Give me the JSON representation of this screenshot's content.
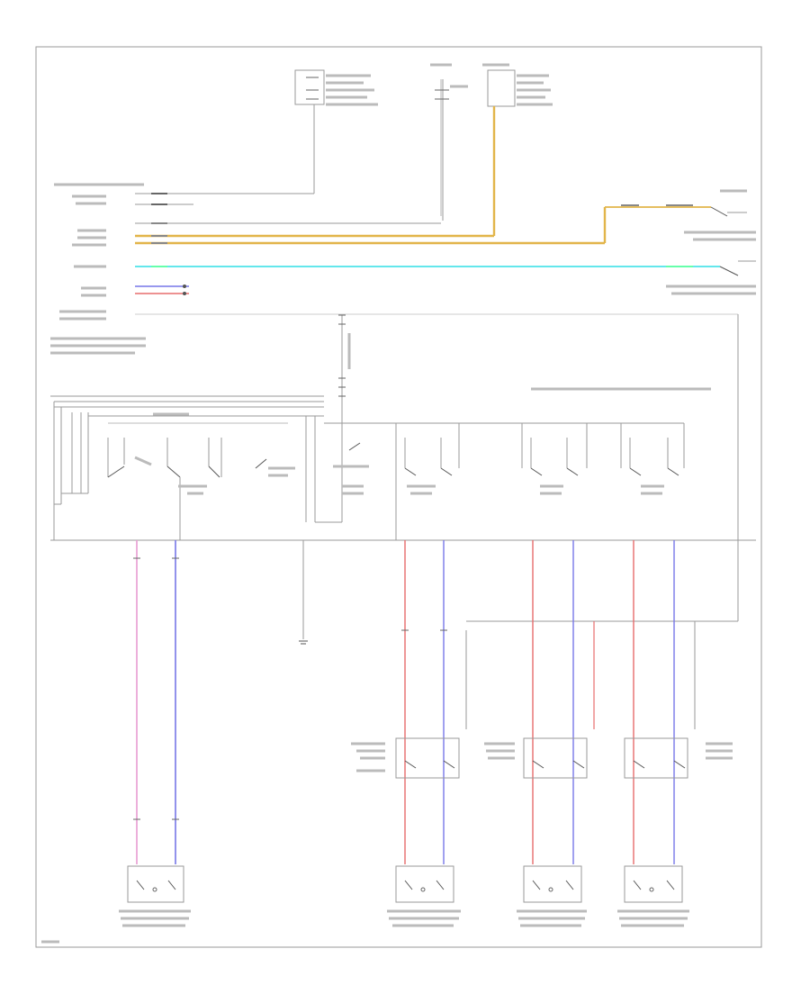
{
  "diagram": {
    "title": "",
    "footer_code": "",
    "colors": {
      "yellow_wire": "#e2b54a",
      "cyan_wire": "#63e7ec",
      "pink_wire": "#e79bd2",
      "blue_wire": "#7777e8",
      "red_wire": "#e76d6d",
      "white_wire": "#d0d0d0",
      "frame": "#9a9a9a"
    },
    "labels": {
      "top_left_box": "",
      "top_mid_box": "",
      "top_right_box": "",
      "control_unit": "",
      "right_front_switch": "",
      "left_front_switch": "",
      "main_switch": "",
      "ground": ""
    },
    "switches": [
      {
        "id": "lf",
        "label": ""
      },
      {
        "id": "lock",
        "label": ""
      },
      {
        "id": "rf",
        "label": ""
      },
      {
        "id": "lr",
        "label": ""
      },
      {
        "id": "rr",
        "label": ""
      }
    ],
    "motors": [
      {
        "id": "lf-motor",
        "label": ""
      },
      {
        "id": "rf-motor",
        "label": ""
      },
      {
        "id": "lr-motor",
        "label": ""
      },
      {
        "id": "rr-motor",
        "label": ""
      }
    ],
    "sub_switches": [
      {
        "id": "rf-sub",
        "label": ""
      },
      {
        "id": "lr-sub",
        "label": ""
      },
      {
        "id": "rr-sub",
        "label": ""
      }
    ]
  }
}
